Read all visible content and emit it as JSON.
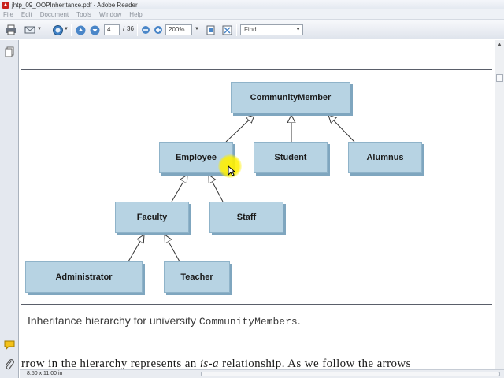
{
  "window": {
    "title": "jhtp_09_OOPInheritance.pdf - Adobe Reader"
  },
  "menu": [
    "File",
    "Edit",
    "Document",
    "Tools",
    "Window",
    "Help"
  ],
  "toolbar": {
    "page_current": "4",
    "page_separator": "/",
    "page_total": "36",
    "zoom": "200%",
    "find_placeholder": "Find"
  },
  "diagram": {
    "nodes": {
      "community_member": "CommunityMember",
      "employee": "Employee",
      "student": "Student",
      "alumnus": "Alumnus",
      "faculty": "Faculty",
      "staff": "Staff",
      "administrator": "Administrator",
      "teacher": "Teacher"
    }
  },
  "caption": {
    "text": "Inheritance hierarchy for university ",
    "code": "CommunityMembers",
    "suffix": "."
  },
  "body": {
    "pre": "rrow in the hierarchy represents an ",
    "em": "is-a",
    "post": " relationship. As we follow the arrows"
  },
  "status": {
    "page_size": "8.50 x 11.00 in"
  },
  "colors": {
    "node_fill": "#b7d3e3",
    "node_shadow": "#7fa6bf",
    "highlight": "#fff000"
  }
}
